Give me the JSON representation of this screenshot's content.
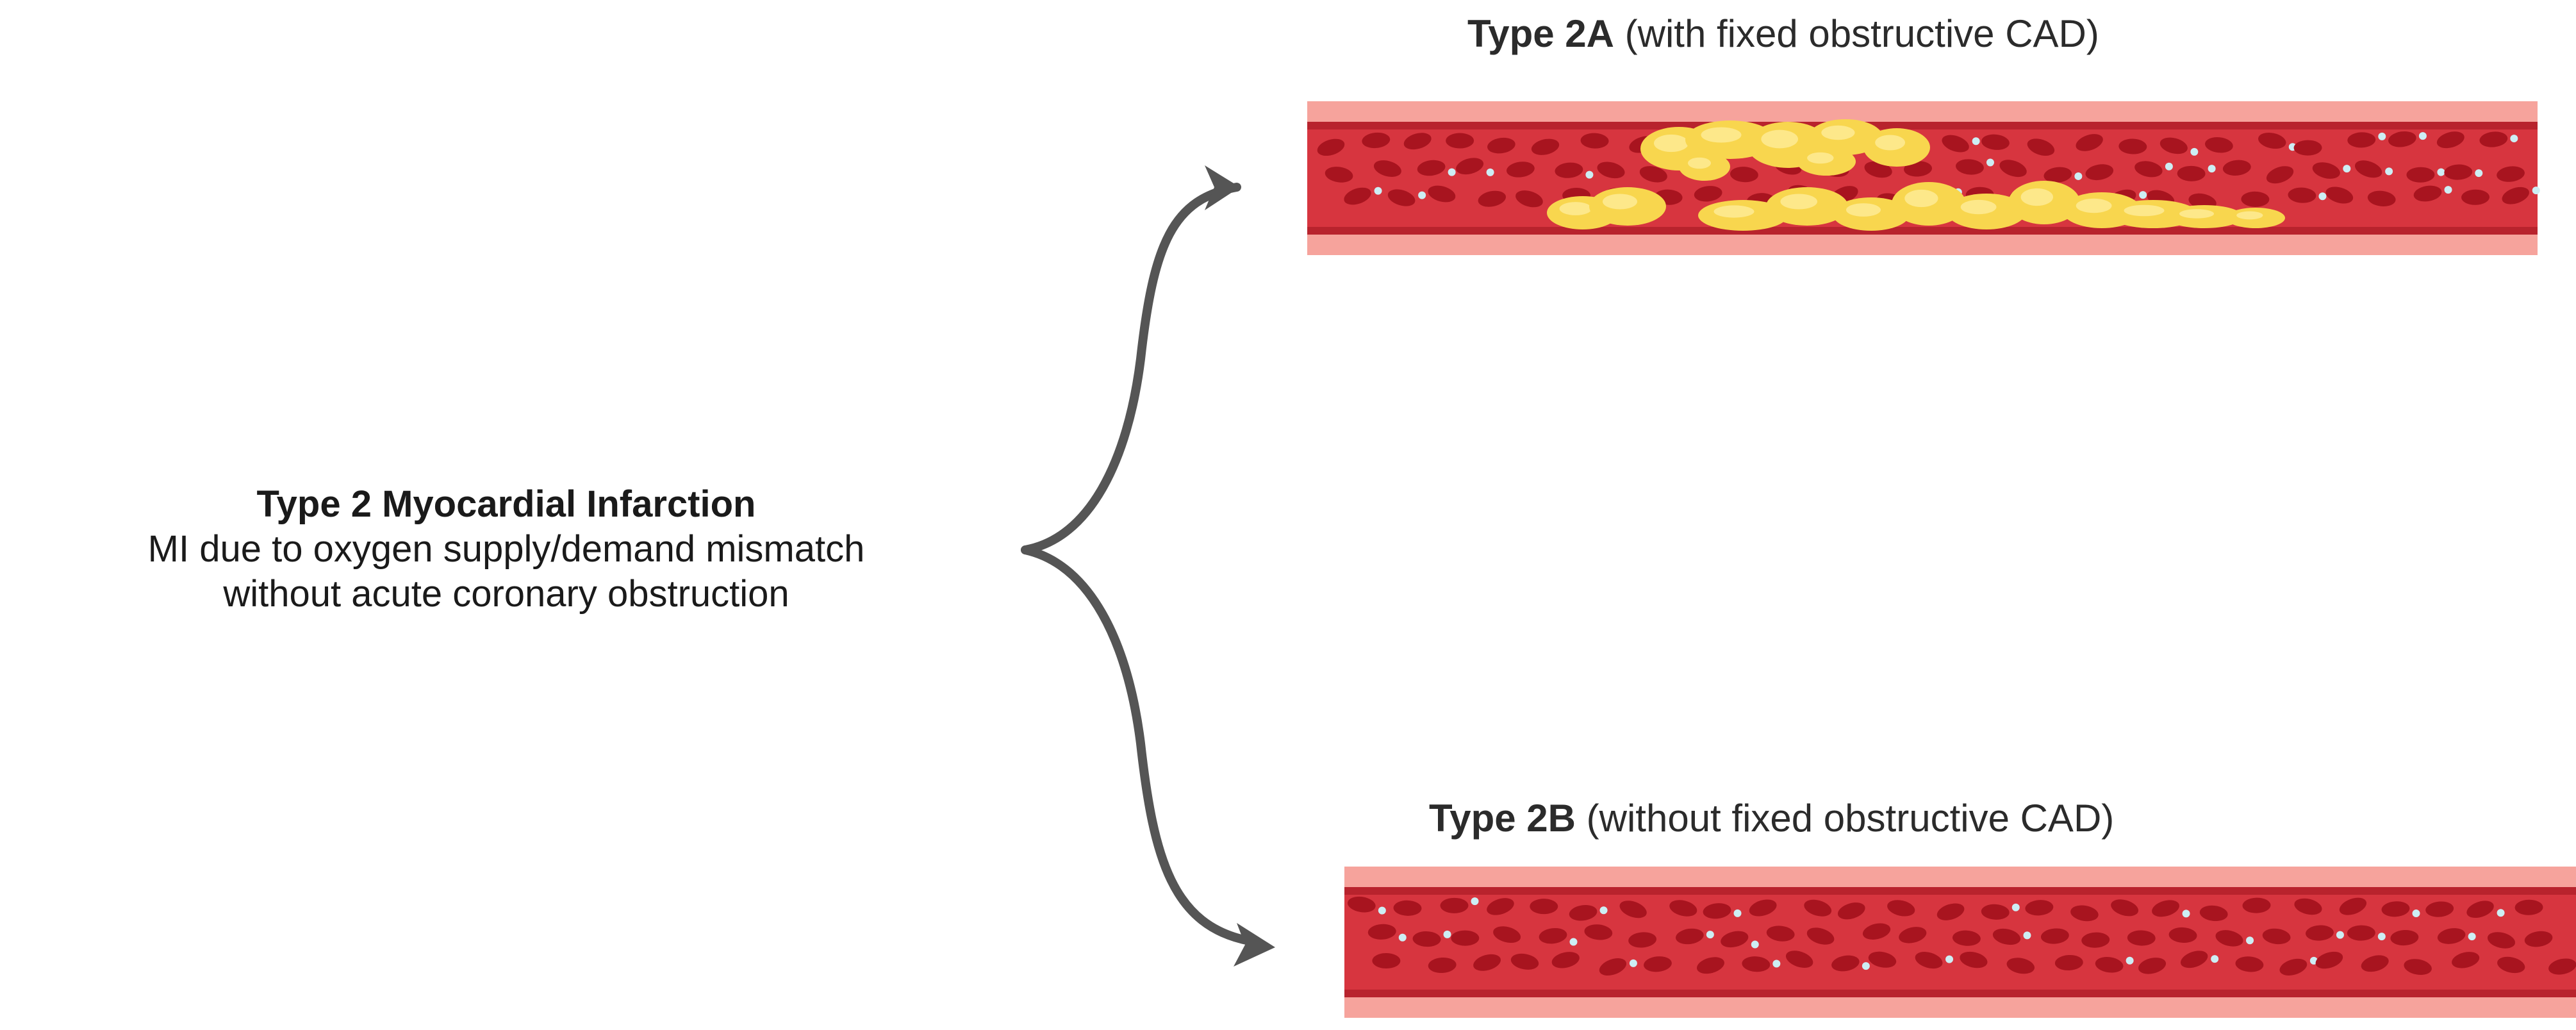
{
  "origin": {
    "title": "Type 2 Myocardial Infarction",
    "line1": "MI due to oxygen supply/demand mismatch",
    "line2": "without acute coronary obstruction"
  },
  "branches": [
    {
      "type_label": "Type 2A",
      "qualifier": "(with fixed obstructive CAD)",
      "plaque": true
    },
    {
      "type_label": "Type 2B",
      "qualifier": "(without fixed obstructive CAD)",
      "plaque": false
    }
  ],
  "colors": {
    "vessel_outer": "#f6a39c",
    "vessel_wall": "#b8232d",
    "lumen": "#d7353f",
    "red_cell": "#a8141f",
    "platelet": "#cdeef4",
    "plaque": "#f8d64e",
    "plaque_highlight": "#fde88a",
    "arrow": "#555555",
    "text": "#1a1a1a"
  },
  "icons": {
    "arrow_up": "curved-arrow-up-icon",
    "arrow_down": "curved-arrow-down-icon"
  }
}
